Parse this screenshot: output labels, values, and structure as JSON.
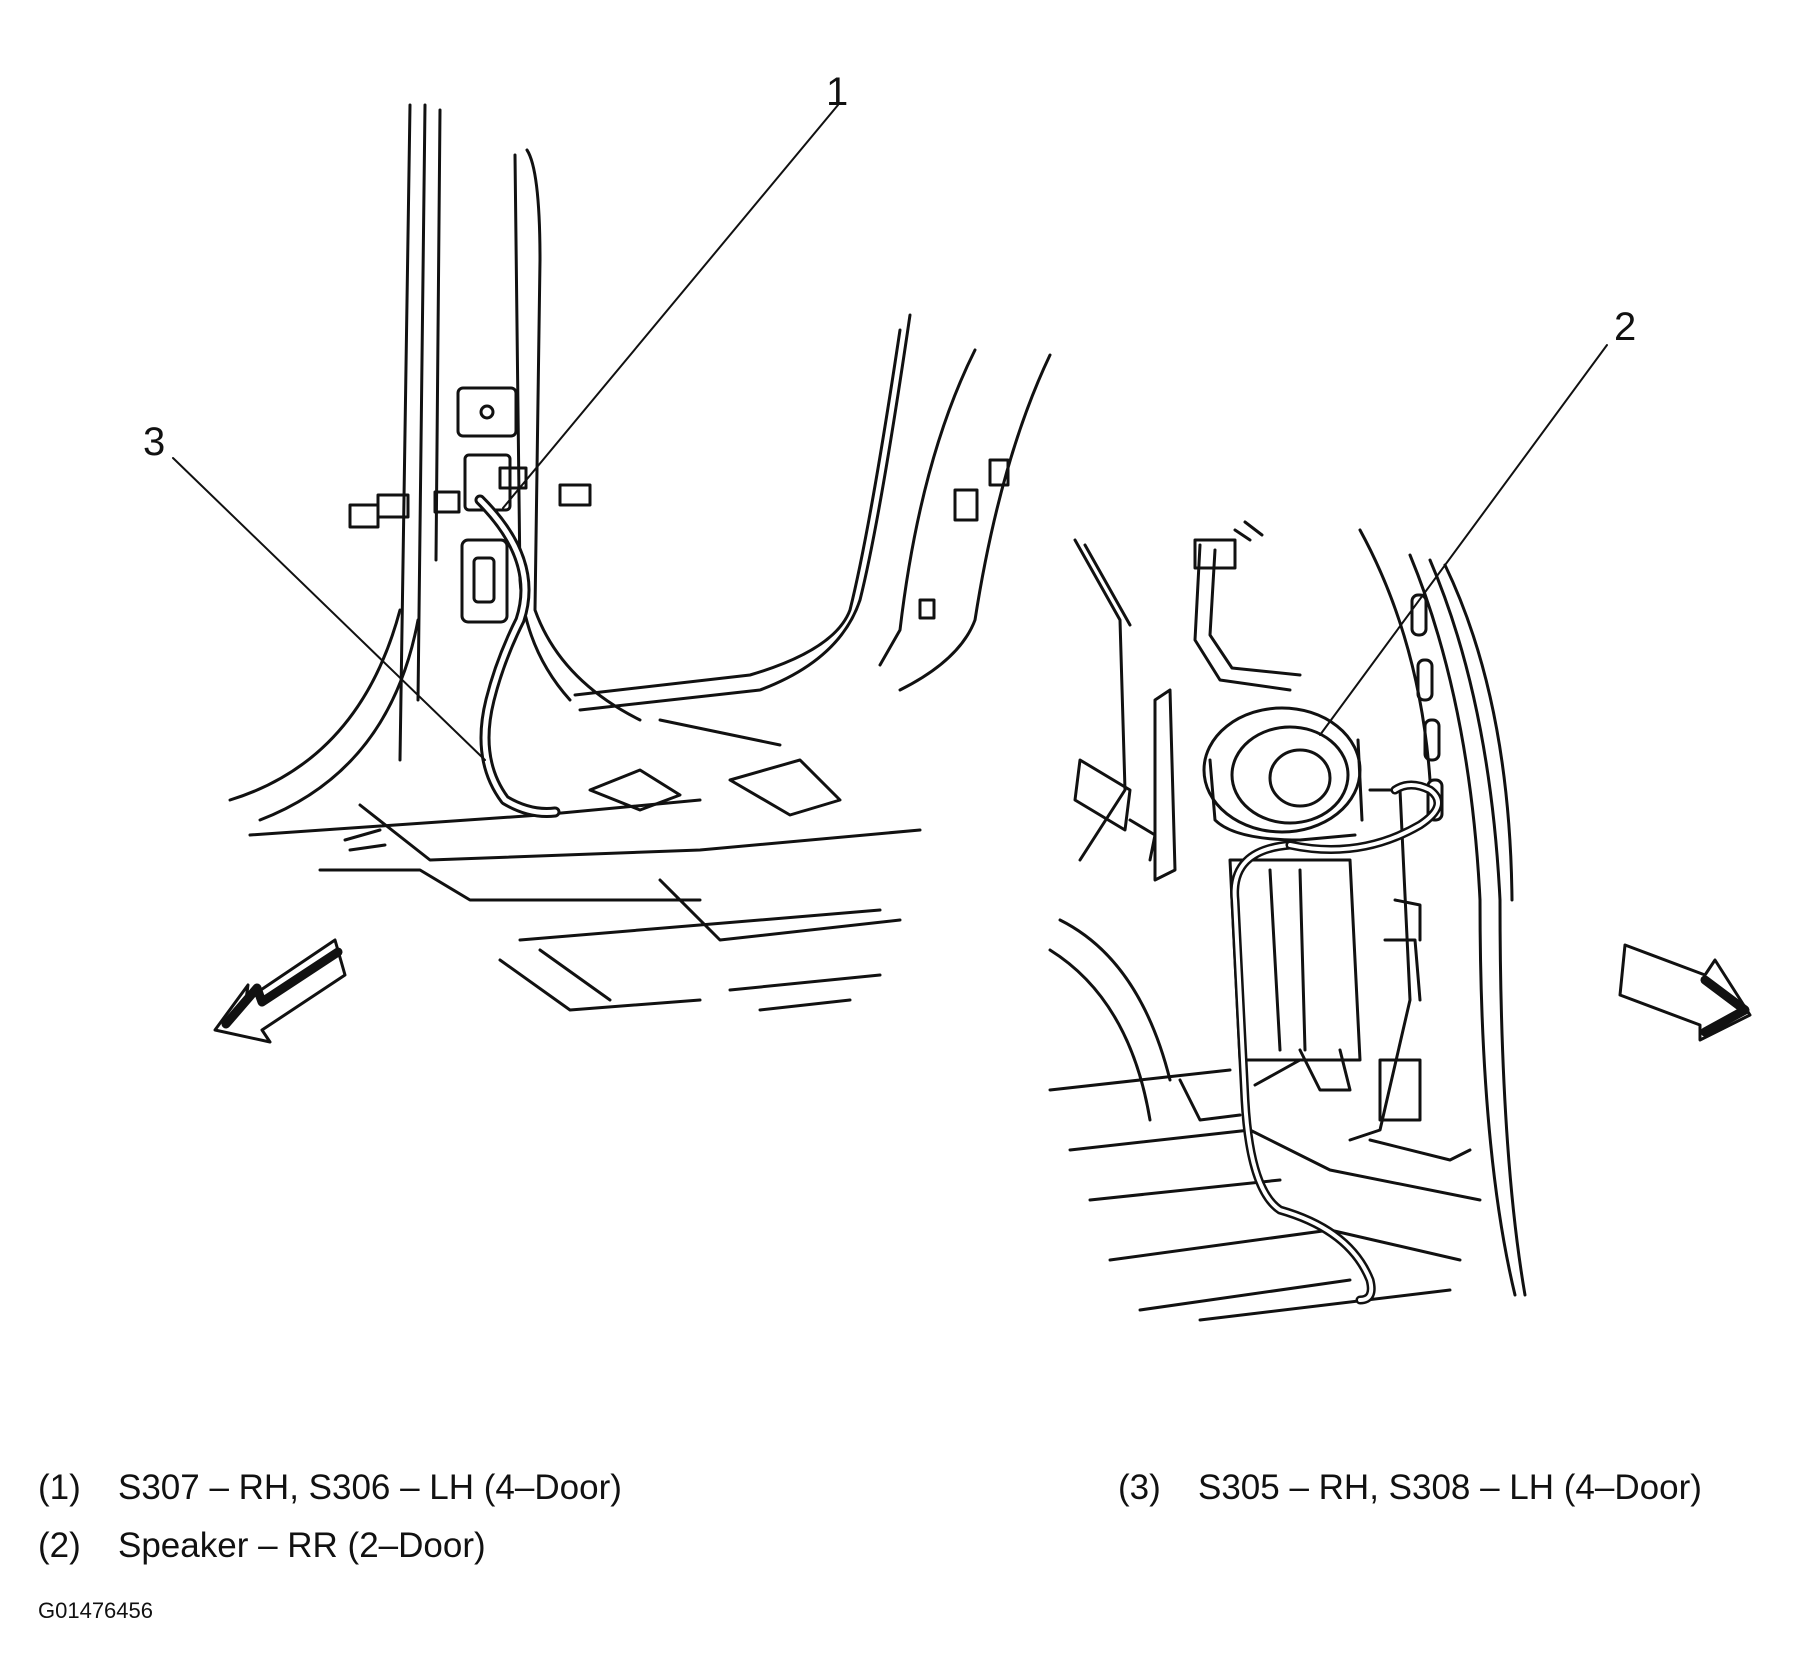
{
  "callouts": [
    {
      "number": "1",
      "text": "S307 – RH, S306 – LH (4–Door)"
    },
    {
      "number": "2",
      "text": "Speaker – RR (2–Door)"
    },
    {
      "number": "3",
      "text": "S305 – RH, S308 – LH (4–Door)"
    }
  ],
  "legend": {
    "item1_num": "(1)",
    "item1_text": "S307 – RH, S306 – LH (4–Door)",
    "item2_num": "(2)",
    "item2_text": "Speaker – RR (2–Door)",
    "item3_num": "(3)",
    "item3_text": "S305 – RH, S308 – LH (4–Door)"
  },
  "figure_id": "G01476456",
  "colors": {
    "line": "#111111",
    "background": "#ffffff"
  }
}
